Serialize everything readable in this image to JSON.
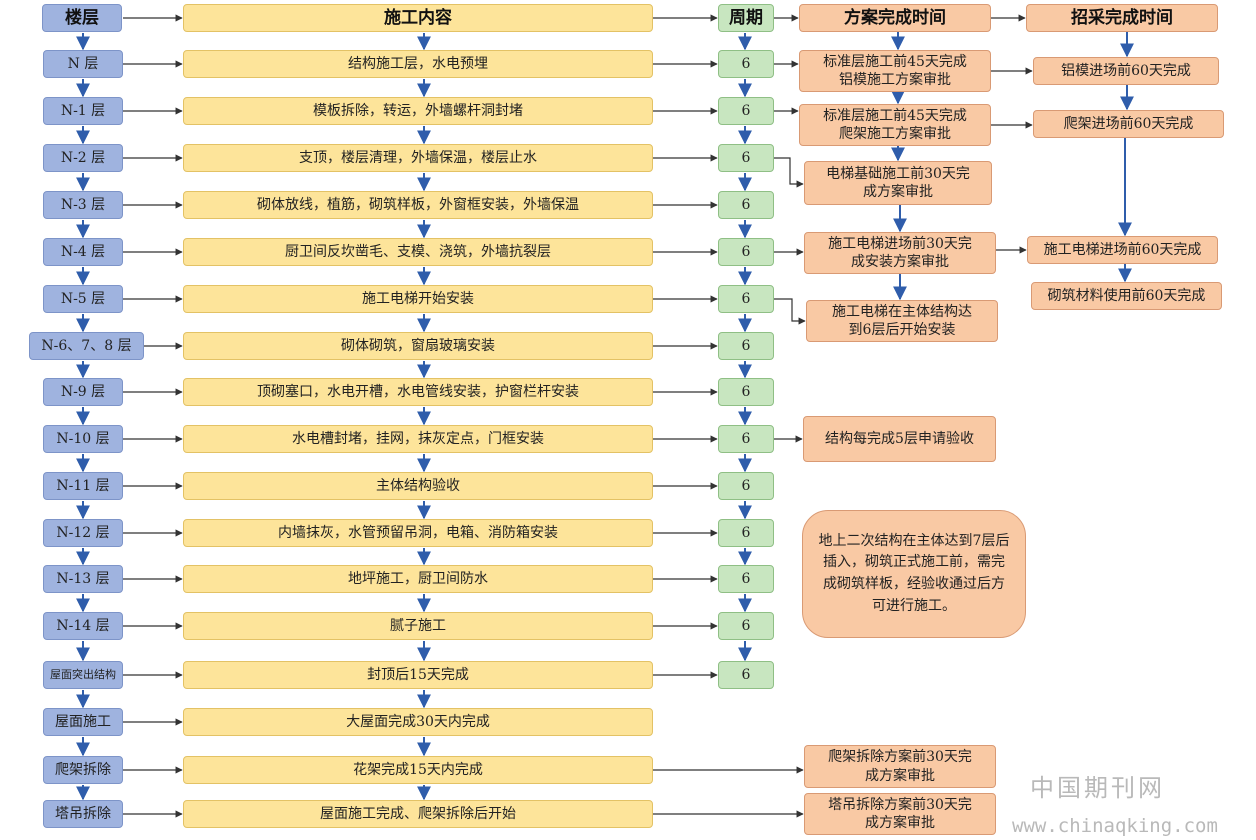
{
  "headers": {
    "floor": "楼层",
    "task": "施工内容",
    "period": "周期",
    "plan": "方案完成时间",
    "procure": "招采完成时间"
  },
  "rows": [
    {
      "floor": "N 层",
      "task": "结构施工层，水电预埋",
      "period": "6"
    },
    {
      "floor": "N-1 层",
      "task": "模板拆除，转运，外墙螺杆洞封堵",
      "period": "6"
    },
    {
      "floor": "N-2 层",
      "task": "支顶，楼层清理，外墙保温，楼层止水",
      "period": "6"
    },
    {
      "floor": "N-3 层",
      "task": "砌体放线，植筋，砌筑样板，外窗框安装，外墙保温",
      "period": "6"
    },
    {
      "floor": "N-4 层",
      "task": "厨卫间反坎凿毛、支模、浇筑，外墙抗裂层",
      "period": "6"
    },
    {
      "floor": "N-5 层",
      "task": "施工电梯开始安装",
      "period": "6"
    },
    {
      "floor": "N-6、7、8 层",
      "task": "砌体砌筑，窗扇玻璃安装",
      "period": "6"
    },
    {
      "floor": "N-9 层",
      "task": "顶砌塞口，水电开槽，水电管线安装，护窗栏杆安装",
      "period": "6"
    },
    {
      "floor": "N-10 层",
      "task": "水电槽封堵，挂网，抹灰定点，门框安装",
      "period": "6"
    },
    {
      "floor": "N-11 层",
      "task": "主体结构验收",
      "period": "6"
    },
    {
      "floor": "N-12 层",
      "task": "内墙抹灰，水管预留吊洞，电箱、消防箱安装",
      "period": "6"
    },
    {
      "floor": "N-13 层",
      "task": "地坪施工，厨卫间防水",
      "period": "6"
    },
    {
      "floor": "N-14 层",
      "task": "腻子施工",
      "period": "6"
    },
    {
      "floor": "屋面突出结构",
      "task": "封顶后15天完成",
      "period": "6"
    },
    {
      "floor": "屋面施工",
      "task": "大屋面完成30天内完成"
    },
    {
      "floor": "爬架拆除",
      "task": "花架完成15天内完成"
    },
    {
      "floor": "塔吊拆除",
      "task": "屋面施工完成、爬架拆除后开始"
    }
  ],
  "plans": {
    "p1": "标准层施工前45天完成\n铝模施工方案审批",
    "p2": "标准层施工前45天完成\n爬架施工方案审批",
    "p3": "电梯基础施工前30天完\n成方案审批",
    "p4": "施工电梯进场前30天完\n成安装方案审批",
    "p5": "施工电梯在主体结构达\n到6层后开始安装",
    "p6": "结构每完成5层申请验收",
    "p7": "爬架拆除方案前30天完\n成方案审批",
    "p8": "塔吊拆除方案前30天完\n成方案审批"
  },
  "procure": {
    "q1": "铝模进场前60天完成",
    "q2": "爬架进场前60天完成",
    "q3": "施工电梯进场前60天完成",
    "q4": "砌筑材料使用前60天完成"
  },
  "note": "地上二次结构在主体达到7层后插入，砌筑正式施工前，需完成砌筑样板，经验收通过后方可进行施工。",
  "watermark": {
    "cn": "中国期刊网",
    "url": "www.chinaqking.com"
  },
  "colors": {
    "floor": "#9fb3df",
    "task": "#fde49a",
    "period": "#c8e6c0",
    "plan": "#f9c9a4",
    "arrow": "#2f5dab"
  }
}
